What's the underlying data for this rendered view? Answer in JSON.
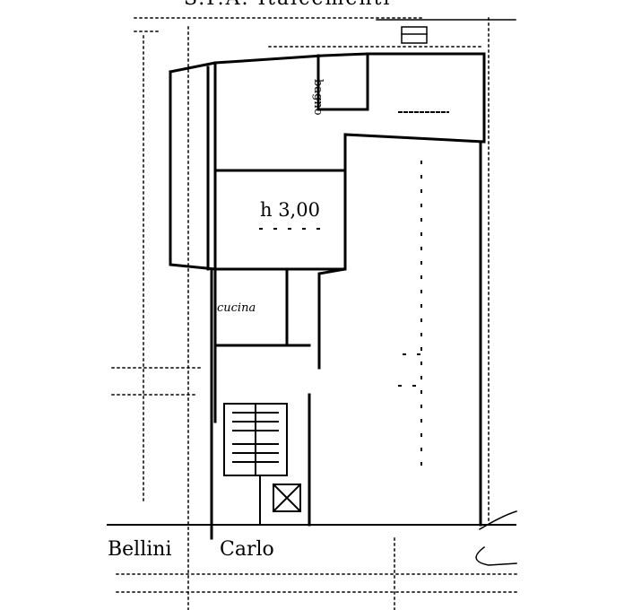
{
  "plan": {
    "header_text": "S.P.A. Italcementi",
    "rooms": {
      "bathroom": "bagno",
      "ceiling_height": "h 3,00",
      "kitchen": "cucina"
    },
    "neighbor_label": {
      "surname": "Bellini",
      "name": "Carlo"
    }
  }
}
